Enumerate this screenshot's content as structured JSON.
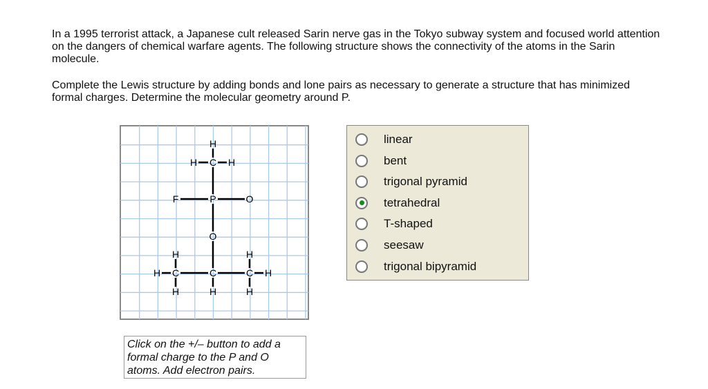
{
  "question": {
    "paragraph1": "In a 1995 terrorist attack, a Japanese cult released Sarin nerve gas in the Tokyo subway system and focused world attention on the dangers of chemical warfare agents. The following structure shows the connectivity of the atoms in the Sarin molecule.",
    "paragraph2": "Complete the Lewis structure by adding bonds and lone pairs as necessary to generate a structure that has minimized formal charges. Determine the molecular geometry around P."
  },
  "molecule": {
    "atoms": [
      "H",
      "C",
      "H",
      "H",
      "P",
      "F",
      "O",
      "O",
      "C",
      "C",
      "C",
      "H",
      "H",
      "H",
      "H",
      "H",
      "H",
      "H"
    ],
    "bonds": [
      [
        0,
        1
      ],
      [
        1,
        2
      ],
      [
        1,
        3
      ],
      [
        1,
        4
      ],
      [
        4,
        5
      ],
      [
        4,
        6
      ],
      [
        4,
        7
      ],
      [
        7,
        9
      ],
      [
        8,
        9
      ],
      [
        9,
        10
      ],
      [
        8,
        11
      ],
      [
        8,
        12
      ],
      [
        8,
        13
      ],
      [
        9,
        14
      ],
      [
        10,
        15
      ],
      [
        10,
        16
      ],
      [
        10,
        17
      ]
    ]
  },
  "options": [
    {
      "label": "linear",
      "selected": false
    },
    {
      "label": "bent",
      "selected": false
    },
    {
      "label": "trigonal pyramid",
      "selected": false
    },
    {
      "label": "tetrahedral",
      "selected": true
    },
    {
      "label": "T-shaped",
      "selected": false
    },
    {
      "label": "seesaw",
      "selected": false
    },
    {
      "label": "trigonal bipyramid",
      "selected": false
    }
  ],
  "hint": "Click on the +/– button to add a formal charge to the P and O atoms.  Add electron pairs.",
  "colors": {
    "grid": "#a9c9ef",
    "panel": "#ece9d8",
    "selected": "#1a8a1a"
  }
}
